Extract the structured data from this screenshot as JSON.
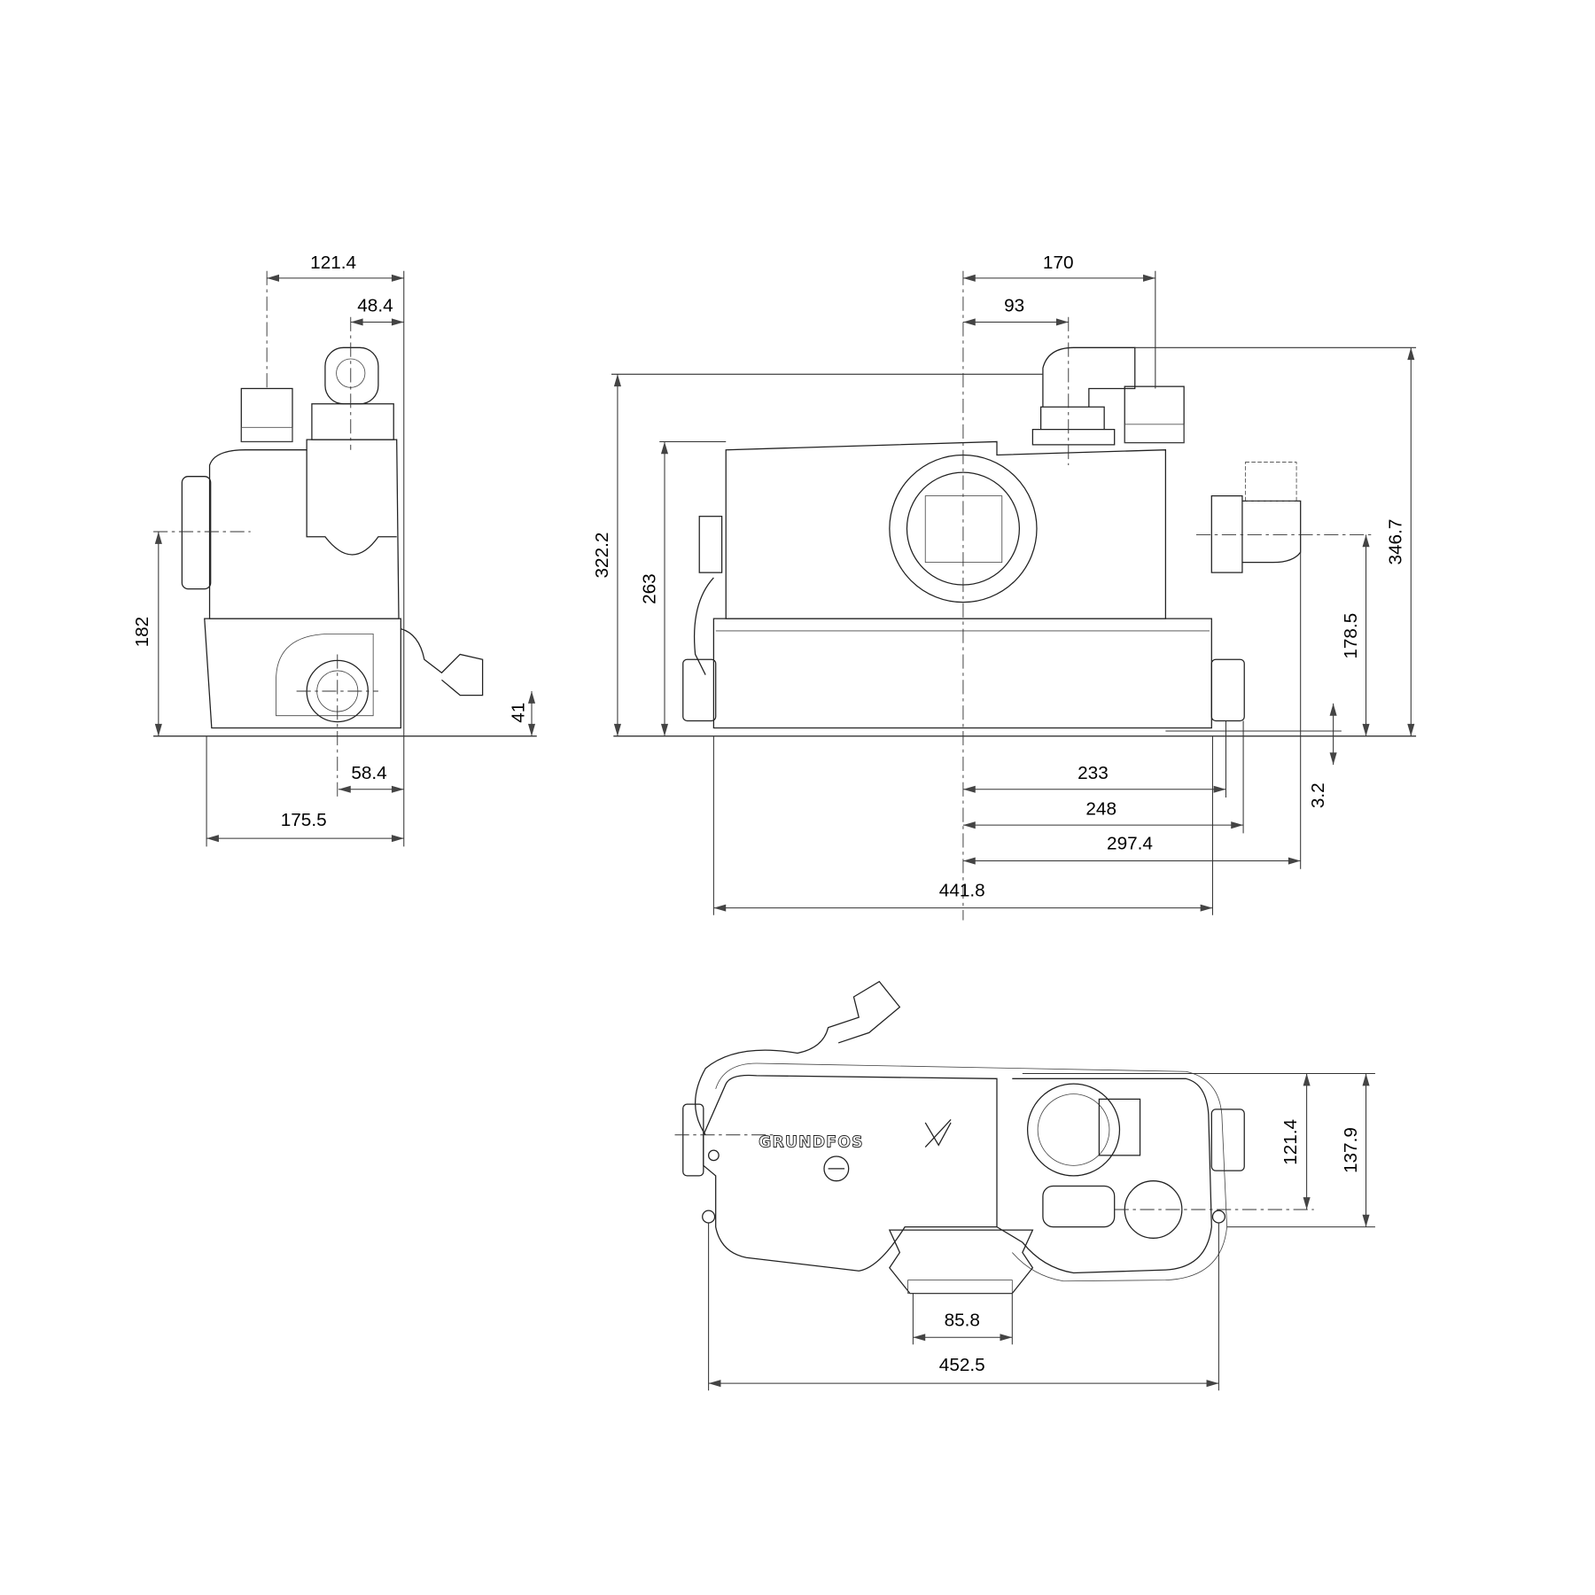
{
  "drawing": {
    "brand_logo": "GRUNDFOS",
    "side_view": {
      "dimensions": [
        "121.4",
        "48.4",
        "182",
        "41",
        "58.4",
        "175.5"
      ]
    },
    "front_view": {
      "dimensions": [
        "170",
        "93",
        "322.2",
        "263",
        "346.7",
        "178.5",
        "3.2",
        "233",
        "248",
        "297.4",
        "441.8"
      ]
    },
    "top_view": {
      "dimensions": [
        "121.4",
        "137.9",
        "85.8",
        "452.5"
      ]
    }
  }
}
